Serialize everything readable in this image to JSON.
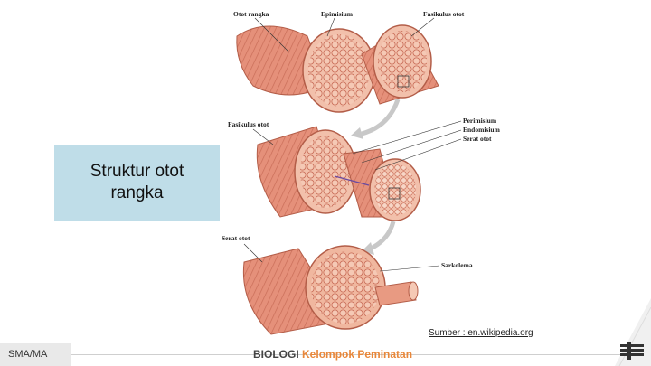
{
  "slide": {
    "title": "Struktur otot\nrangka",
    "source": "Sumber : en.wikipedia.org"
  },
  "labels": {
    "otot_rangka": "Otot rangka",
    "epimisium": "Epimisium",
    "fasikulus_otot_top": "Fasikulus otot",
    "fasikulus_otot_mid": "Fasikulus otot",
    "perimisium": "Perimisium",
    "endomisium": "Endomisium",
    "serat_otot_right": "Serat otot",
    "serat_otot_left": "Serat otot",
    "sarkolema": "Sarkolema"
  },
  "footer": {
    "level": "SMA/MA",
    "subject": "BIOLOGI",
    "subtitle": "Kelompok Peminatan"
  },
  "colors": {
    "title_box": "#bfdde8",
    "muscle": "#e8907a",
    "muscle_dark": "#c76a55",
    "fiber": "#f5c9b5",
    "accent": "#e8873a"
  },
  "icons": [
    "muscle-illustration",
    "down-arrow-icon",
    "logo-icon"
  ]
}
